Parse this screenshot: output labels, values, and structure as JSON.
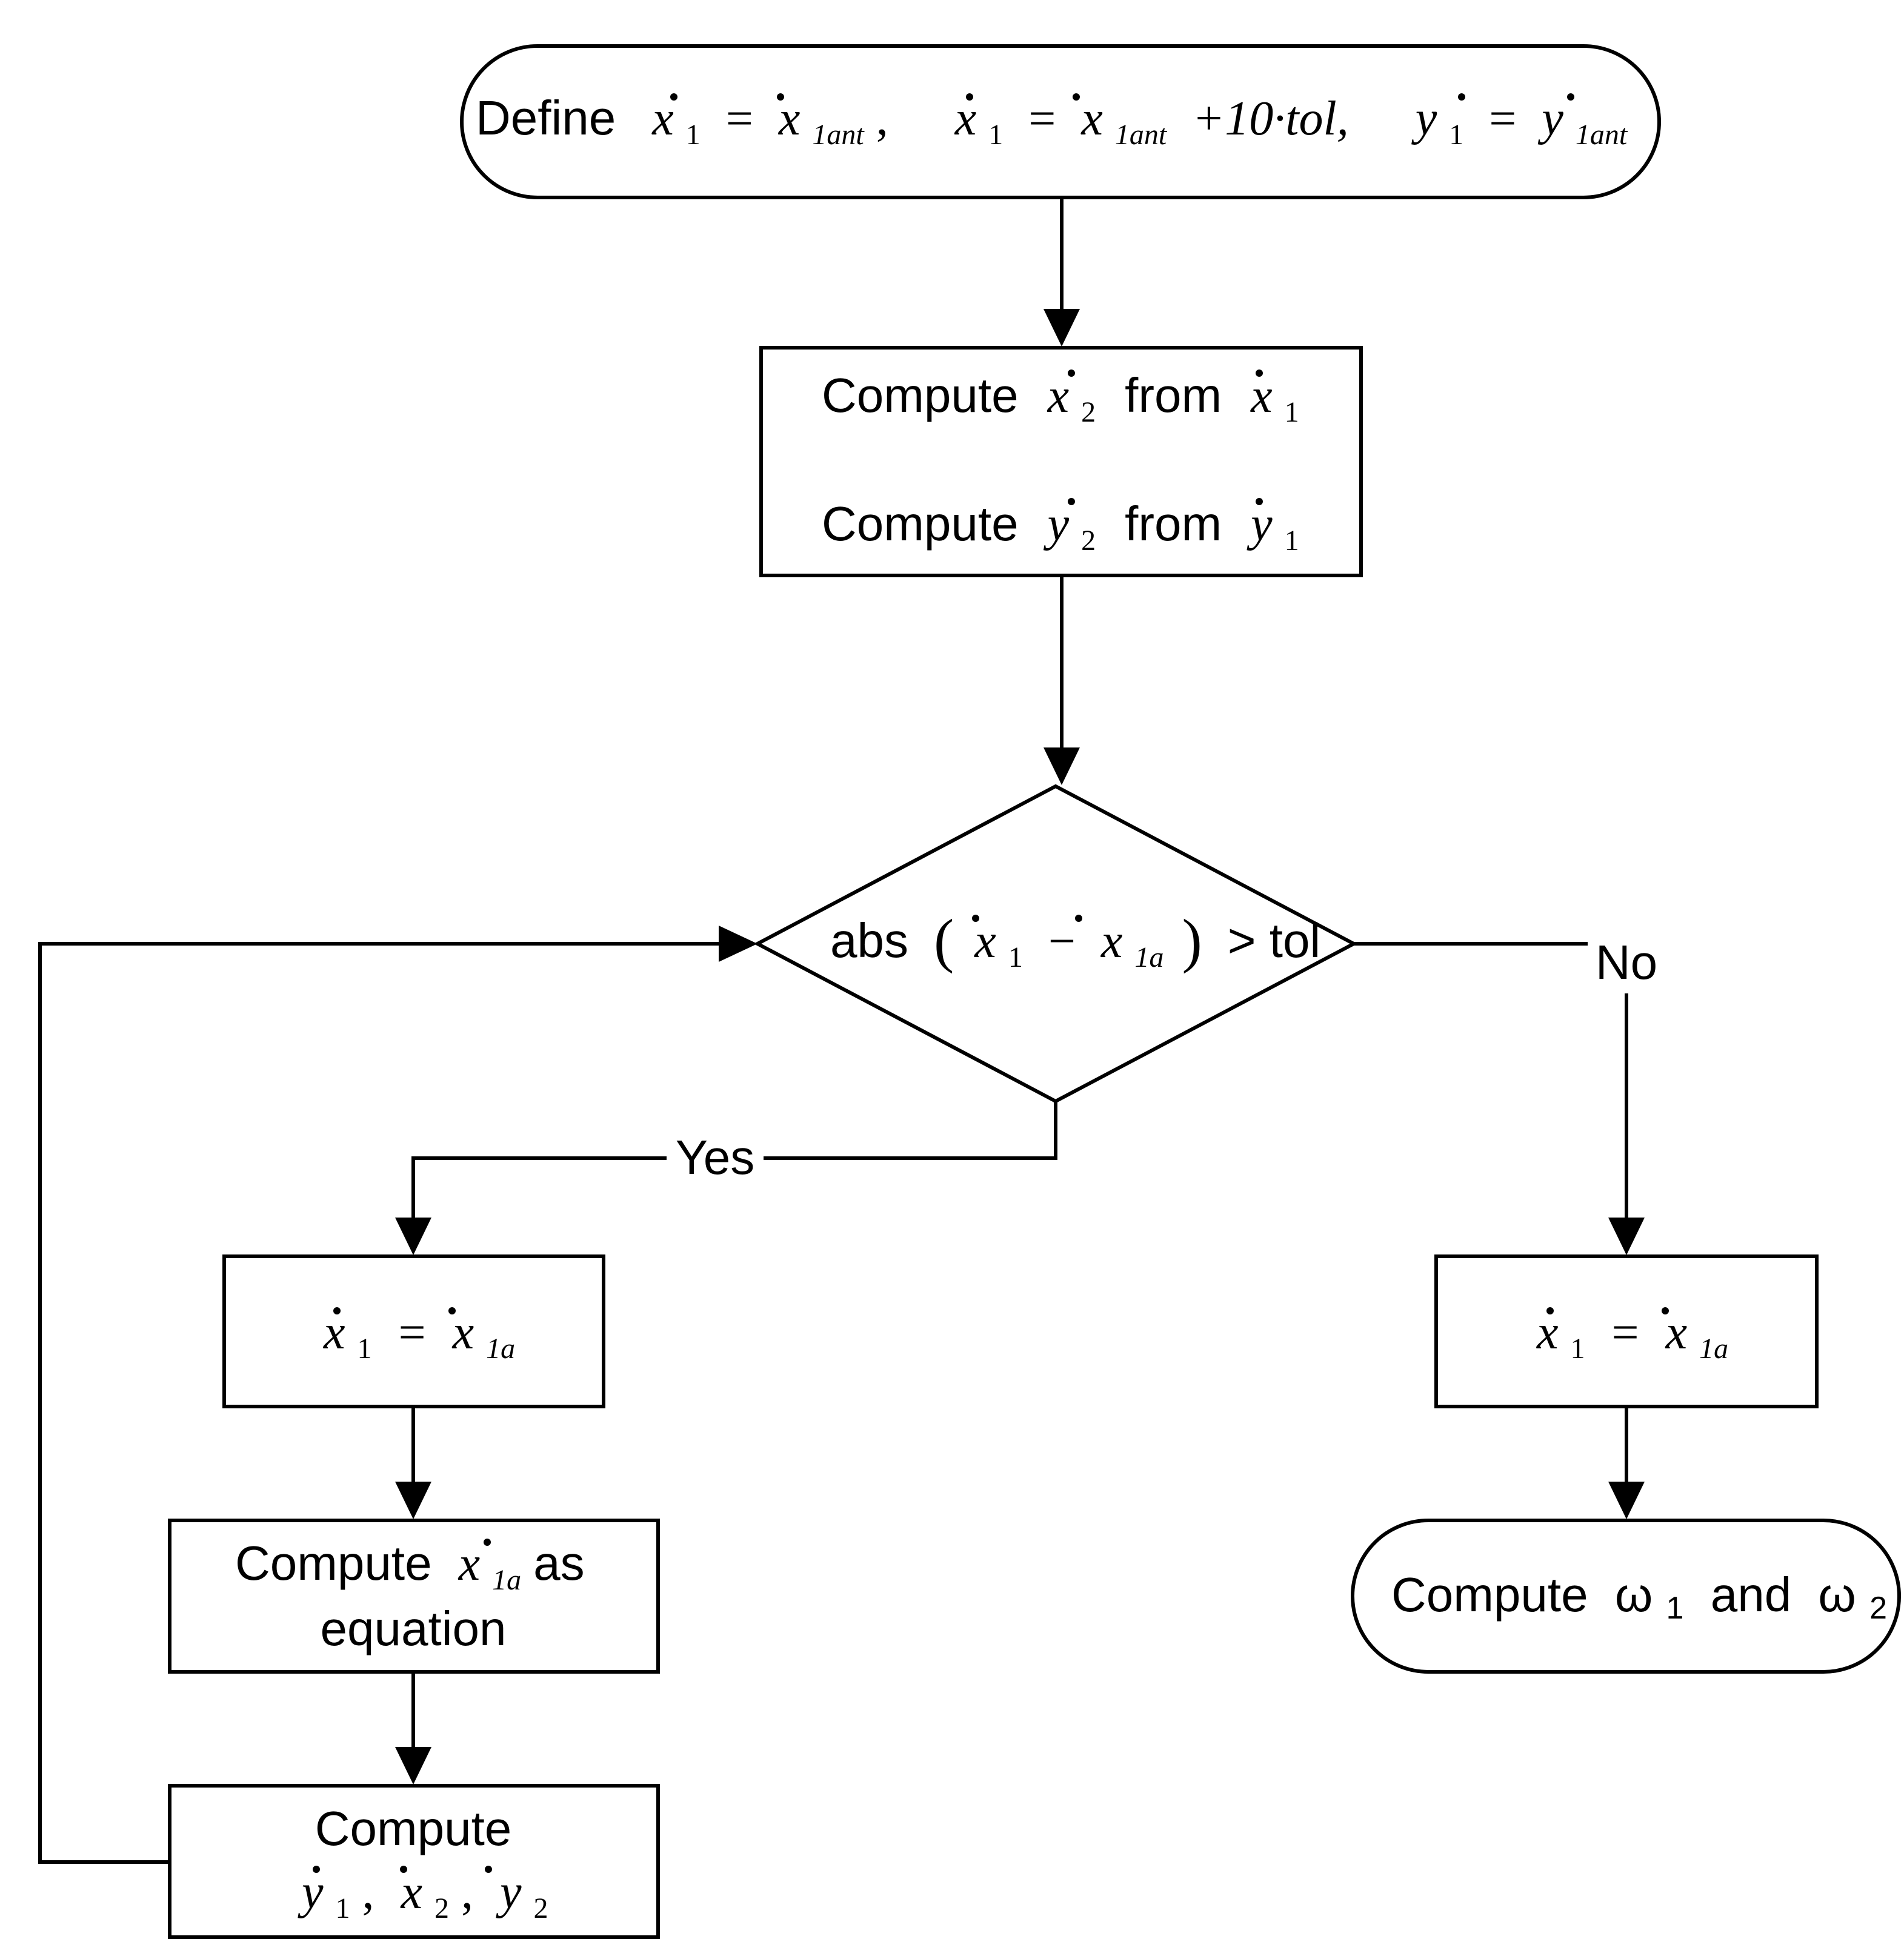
{
  "diagram": {
    "start": {
      "prefix": "Define",
      "eq1": "x",
      "eq1_sub": "1",
      "eq1_rhs": "x",
      "eq1_rhs_sub": "1ant",
      "eq2": "x",
      "eq2_sub": "1",
      "eq2_rhs": "x",
      "eq2_rhs_sub": "1ant",
      "eq2_tail": "+10·tol,",
      "eq3": "y",
      "eq3_sub": "1",
      "eq3_rhs": "y",
      "eq3_rhs_sub": "1ant"
    },
    "compute_box": {
      "line1_prefix": "Compute",
      "line1_var": "x",
      "line1_var_sub": "2",
      "line1_mid": "from",
      "line1_src": "x",
      "line1_src_sub": "1",
      "line2_prefix": "Compute",
      "line2_var": "y",
      "line2_var_sub": "2",
      "line2_mid": "from",
      "line2_src": "y",
      "line2_src_sub": "1"
    },
    "decision": {
      "prefix": "abs",
      "var_a": "x",
      "var_a_sub": "1",
      "minus": "−",
      "var_b": "x",
      "var_b_sub": "1a",
      "suffix": "> tol"
    },
    "labels": {
      "yes": "Yes",
      "no": "No"
    },
    "left_assign": {
      "lhs": "x",
      "lhs_sub": "1",
      "rhs": "x",
      "rhs_sub": "1a"
    },
    "right_assign": {
      "lhs": "x",
      "lhs_sub": "1",
      "rhs": "x",
      "rhs_sub": "1a"
    },
    "compute_eq": {
      "prefix": "Compute",
      "var": "x",
      "var_sub": "1a",
      "suffix": "as",
      "line2": "equation"
    },
    "compute_three": {
      "line1": "Compute",
      "v1": "y",
      "v1_sub": "1",
      "v2": "x",
      "v2_sub": "2",
      "v3": "y",
      "v3_sub": "2"
    },
    "end": {
      "prefix": "Compute",
      "omega1": "ω",
      "omega1_sub": "1",
      "mid": "and",
      "omega2": "ω",
      "omega2_sub": "2"
    }
  }
}
